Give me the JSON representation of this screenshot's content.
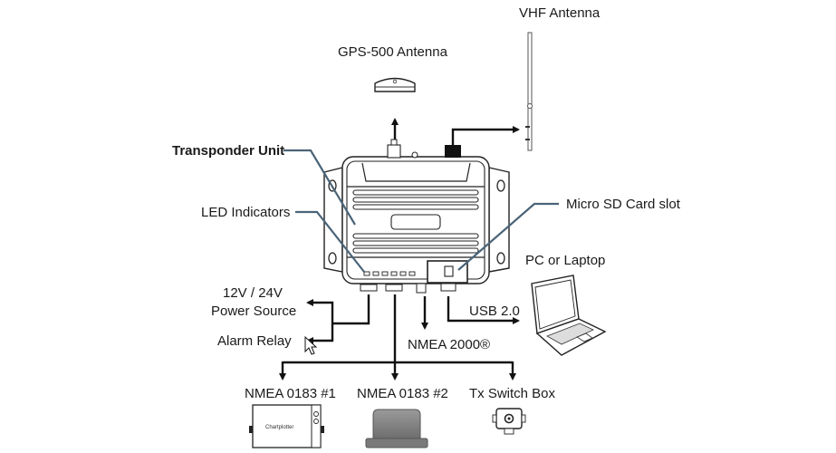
{
  "diagram": {
    "title": "AIS Transponder connection overview",
    "labels": {
      "vhf_antenna": "VHF Antenna",
      "gps_antenna": "GPS-500 Antenna",
      "transponder_unit": "Transponder Unit",
      "led_indicators": "LED Indicators",
      "micro_sd": "Micro SD Card slot",
      "pc_laptop": "PC or Laptop",
      "power_line1": "12V / 24V",
      "power_line2": "Power Source",
      "alarm_relay": "Alarm Relay",
      "usb": "USB 2.0",
      "nmea2000": "NMEA 2000®",
      "nmea0183_1": "NMEA 0183 #1",
      "nmea0183_2": "NMEA 0183 #2",
      "tx_switch": "Tx Switch Box",
      "chartplotter": "Chartplotter"
    },
    "colors": {
      "callout_line": "#4a6478",
      "connector_line": "#111111",
      "device_fill_gray": "#8a8a8a"
    }
  }
}
